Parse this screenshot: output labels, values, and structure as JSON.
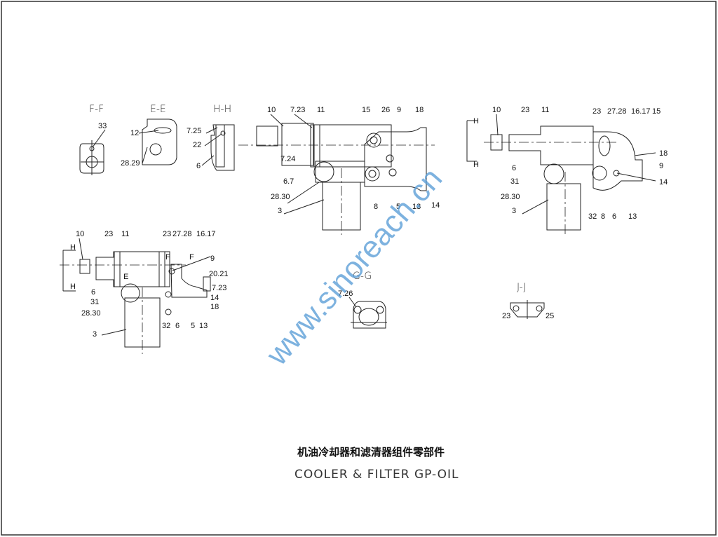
{
  "views": {
    "ff": {
      "title": "F-F",
      "labels": [
        "33"
      ]
    },
    "ee": {
      "title": "E-E",
      "labels": [
        "12",
        "28.29"
      ]
    },
    "hh": {
      "title": "H-H",
      "labels": [
        "7.25",
        "22",
        "6"
      ]
    },
    "main_top": {
      "labels": [
        "10",
        "7.23",
        "11",
        "15",
        "26",
        "9",
        "18",
        "7.24",
        "6.7",
        "28.30",
        "3",
        "8",
        "5",
        "13",
        "14"
      ]
    },
    "right_top": {
      "section_marks": [
        "H",
        "H"
      ],
      "labels": [
        "10",
        "23",
        "11",
        "23",
        "27.28",
        "16.17",
        "15",
        "18",
        "9",
        "14",
        "6",
        "31",
        "28.30",
        "3",
        "32",
        "8",
        "6",
        "13"
      ]
    },
    "left_bottom": {
      "section_marks": [
        "H",
        "H",
        "F",
        "F",
        "E"
      ],
      "labels": [
        "10",
        "23",
        "11",
        "23",
        "27.28",
        "16.17",
        "9",
        "20.21",
        "7.23",
        "14",
        "18",
        "6",
        "31",
        "28.30",
        "3",
        "32",
        "6",
        "5",
        "13"
      ]
    },
    "gg": {
      "title": "G-G",
      "labels": [
        "7.26"
      ]
    },
    "jj": {
      "title": "J-J",
      "labels": [
        "23",
        "25"
      ]
    }
  },
  "title": {
    "chinese": "机油冷却器和滤清器组件零部件",
    "english": "COOLER & FILTER GP-OIL"
  },
  "watermark": "www.sinoreach.cn",
  "colors": {
    "line": "#222222",
    "watermark": "#5d9fd8"
  }
}
